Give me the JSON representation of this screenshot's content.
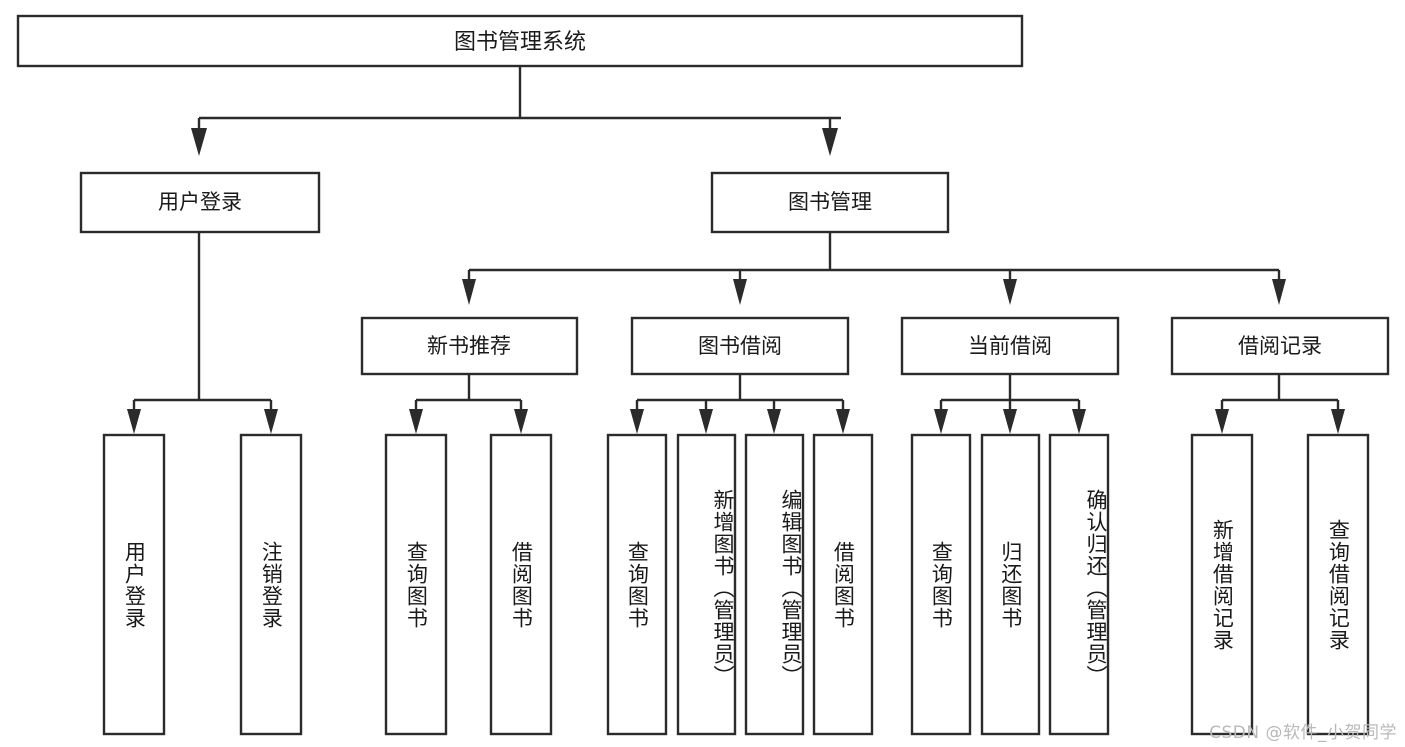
{
  "diagram": {
    "title": "图书管理系统",
    "type": "tree",
    "colors": {
      "background": "#ffffff",
      "box_fill": "#ffffff",
      "box_stroke": "#2b2b2b",
      "connector": "#2b2b2b",
      "text": "#1a1a1a",
      "watermark": "#b9b9b9"
    },
    "root": {
      "label": "图书管理系统"
    },
    "level2": [
      {
        "label": "用户登录"
      },
      {
        "label": "图书管理"
      }
    ],
    "level3": [
      {
        "label": "新书推荐"
      },
      {
        "label": "图书借阅"
      },
      {
        "label": "当前借阅"
      },
      {
        "label": "借阅记录"
      }
    ],
    "leaves": {
      "user_login": [
        {
          "label": "用户登录"
        },
        {
          "label": "注销登录"
        }
      ],
      "new_book_recommend": [
        {
          "label": "查询图书"
        },
        {
          "label": "借阅图书"
        }
      ],
      "book_borrow": [
        {
          "label": "查询图书"
        },
        {
          "label": "新增图书（管理员）"
        },
        {
          "label": "编辑图书（管理员）"
        },
        {
          "label": "借阅图书"
        }
      ],
      "current_borrow": [
        {
          "label": "查询图书"
        },
        {
          "label": "归还图书"
        },
        {
          "label": "确认归还（管理员）"
        }
      ],
      "borrow_records": [
        {
          "label": "新增借阅记录"
        },
        {
          "label": "查询借阅记录"
        }
      ]
    },
    "watermark": "CSDN @软件_小贺同学"
  }
}
